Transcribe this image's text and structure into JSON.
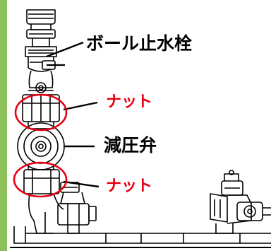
{
  "diagram": {
    "labels": {
      "ball_valve": "ボール止水栓",
      "nut_upper": "ナット",
      "pressure_reducing_valve": "減圧弁",
      "nut_lower": "ナット"
    },
    "colors": {
      "left_bar": "#8cc15a",
      "highlight_red": "#e60012",
      "line_black": "#000000",
      "background": "#ffffff"
    }
  }
}
